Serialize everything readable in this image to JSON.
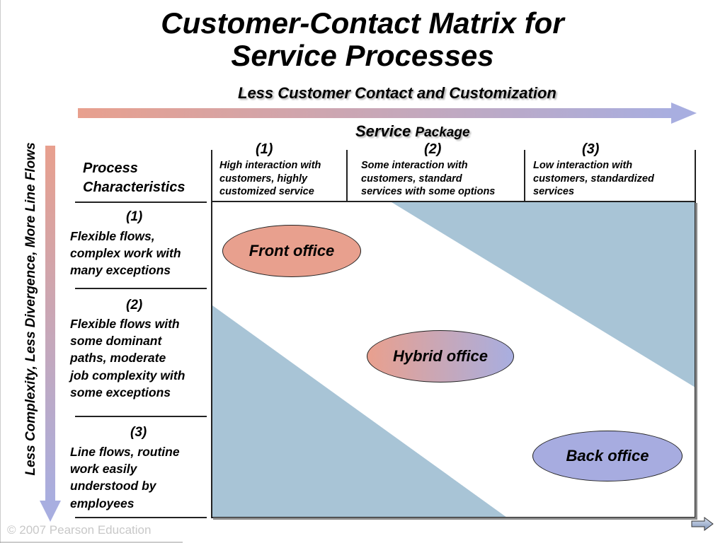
{
  "title": {
    "line1": "Customer-Contact Matrix for",
    "line2": "Service Processes"
  },
  "top_axis": {
    "label": "Less Customer Contact and Customization"
  },
  "left_axis": {
    "label": "Less Complexity, Less Divergence, More Line Flows"
  },
  "service_package": {
    "label_main": "Service",
    "label_small": "Package"
  },
  "columns": [
    {
      "number": "(1)",
      "desc": [
        "High interaction with",
        "customers, highly",
        "customized service"
      ]
    },
    {
      "number": "(2)",
      "desc": [
        "Some interaction with",
        "customers, standard",
        "services with some options"
      ]
    },
    {
      "number": "(3)",
      "desc": [
        "Low interaction with",
        "customers, standardized",
        "services"
      ]
    }
  ],
  "process_characteristics": {
    "line1": "Process",
    "line2": "Characteristics"
  },
  "rows": [
    {
      "number": "(1)",
      "desc": [
        "Flexible flows,",
        "complex work with",
        "many exceptions"
      ]
    },
    {
      "number": "(2)",
      "desc": [
        "Flexible flows with",
        "some dominant",
        "paths, moderate",
        "job complexity with",
        "some exceptions"
      ]
    },
    {
      "number": "(3)",
      "desc": [
        "Line flows, routine",
        "work easily",
        "understood by",
        "employees"
      ]
    }
  ],
  "ovals": {
    "front": "Front office",
    "hybrid": "Hybrid office",
    "back": "Back office"
  },
  "footer": {
    "copyright": "© 2007 Pearson Education"
  },
  "colors": {
    "salmon": "#e8a08e",
    "lavender": "#a8aee0",
    "steel_blue": "#a8c4d6"
  },
  "icons": {
    "next": "right-arrow-icon"
  }
}
